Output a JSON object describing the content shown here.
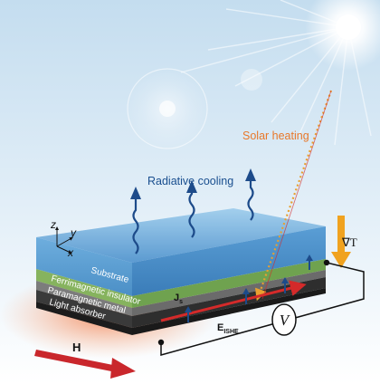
{
  "labels": {
    "solar_heating": "Solar heating",
    "radiative_cooling": "Radiative cooling",
    "substrate": "Substrate",
    "ferrimagnetic_insulator": "Ferrimagnetic insulator",
    "paramagnetic_metal": "Paramagnetic metal",
    "light_absorber": "Light absorber",
    "js_main": "J",
    "js_sub": "s",
    "e_main": "E",
    "e_sub": "ISHE",
    "voltmeter": "V",
    "magnetic_field": "H",
    "gradient": "∇T",
    "axis_z": "z",
    "axis_y": "y",
    "axis_x": "x"
  },
  "colors": {
    "solar_heating_text": "#e8782a",
    "radiative_cooling_text": "#1a4f8f",
    "cooling_arrow": "#1d4b8a",
    "js_arrow": "#1d4b8a",
    "e_ishe_arrow": "#d42a2a",
    "h_arrow": "#c9272c",
    "gradient_arrow": "#f0a21f",
    "solar_beam": "#e8a030"
  }
}
